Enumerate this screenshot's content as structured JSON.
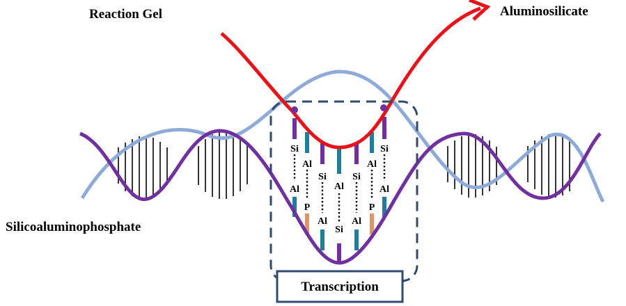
{
  "labels": {
    "reaction_gel": "Reaction Gel",
    "aluminosilicate": "Aluminosilicate",
    "silicoaluminophosphate": "Silicoaluminophosphate",
    "transcription": "Transcription"
  },
  "atoms": {
    "col1": {
      "top": "Si",
      "bottom": "Al"
    },
    "col2": {
      "top": "Al",
      "bottom": "P"
    },
    "col3": {
      "top": "Si",
      "bottom": "Al"
    },
    "col4": {
      "top": "Al",
      "bottom": "Si"
    },
    "col5": {
      "top": "Si",
      "bottom": "Al"
    },
    "col6": {
      "top": "Al",
      "bottom": "P"
    },
    "col7": {
      "top": "Si",
      "bottom": "Al"
    }
  },
  "colors": {
    "purple_strand": "#7030a0",
    "blue_strand": "#8eaad8",
    "red_arrow": "#e8121b",
    "teal_bar": "#1f7e9a",
    "orange_bar": "#e0926a",
    "dashed_box": "#2f4a6e",
    "label_box": "#2f4a6e"
  }
}
